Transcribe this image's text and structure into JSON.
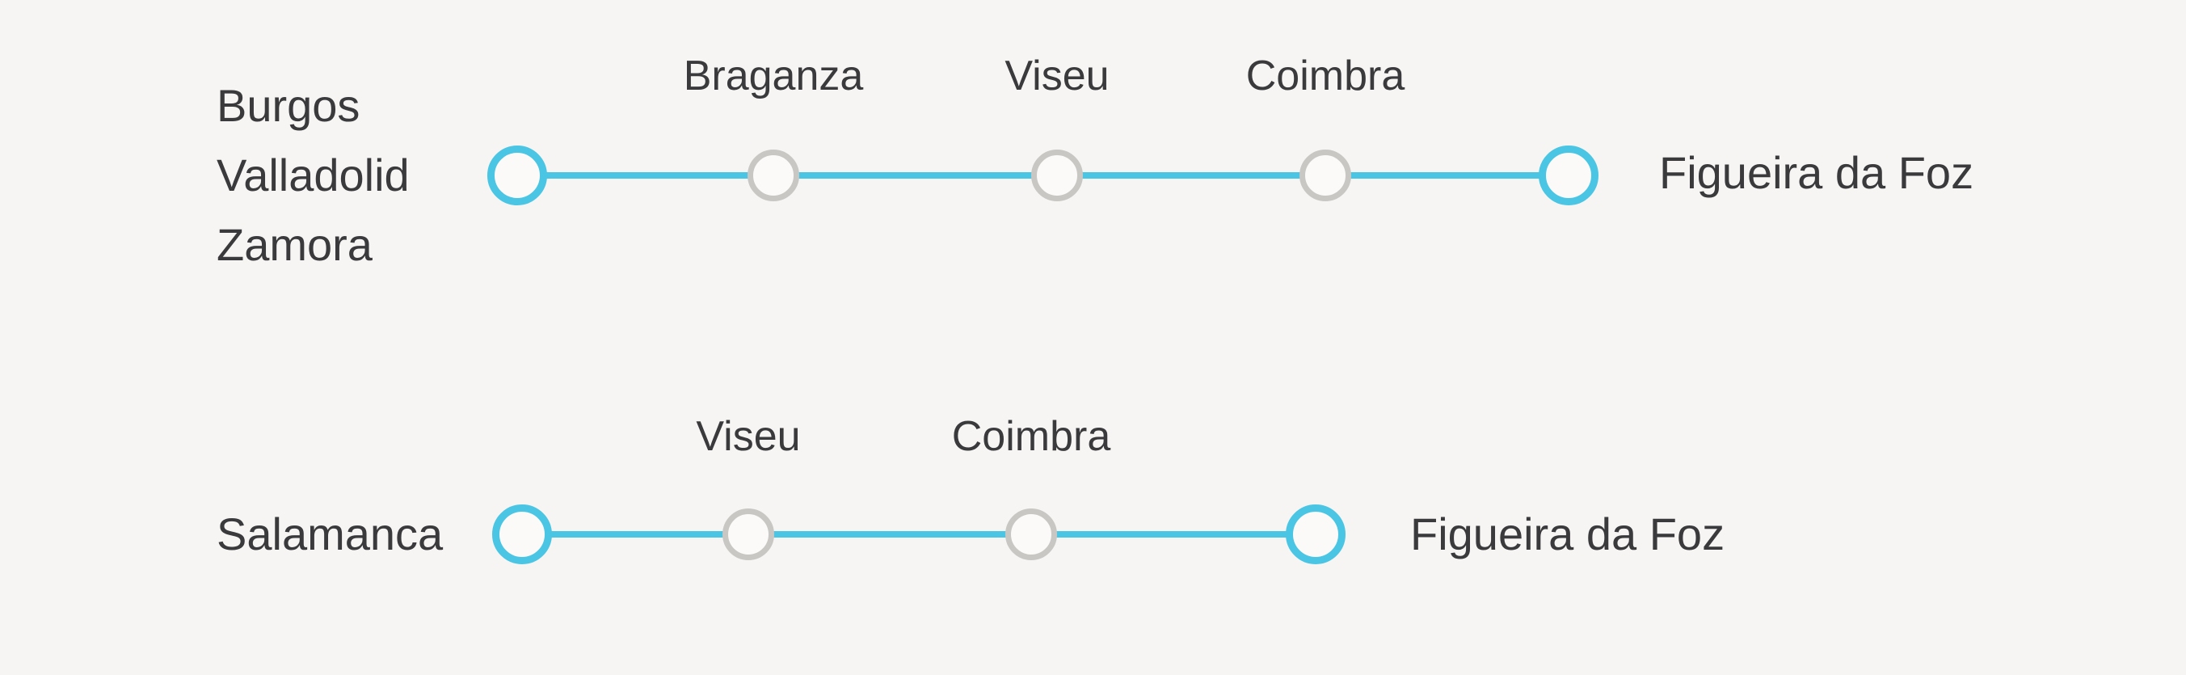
{
  "theme": {
    "background_color": "#f6f5f3",
    "line_color": "#4ac5e4",
    "stop_ring_color": "#c9c7c4",
    "stop_fill_color": "#fbfaf9",
    "text_color": "#3a393b"
  },
  "routes": [
    {
      "origin_lines": [
        "Burgos",
        "Valladolid",
        "Zamora"
      ],
      "stops": [
        "Braganza",
        "Viseu",
        "Coimbra"
      ],
      "destination": "Figueira da Foz"
    },
    {
      "origin_lines": [
        "Salamanca"
      ],
      "stops": [
        "Viseu",
        "Coimbra"
      ],
      "destination": "Figueira da Foz"
    }
  ]
}
